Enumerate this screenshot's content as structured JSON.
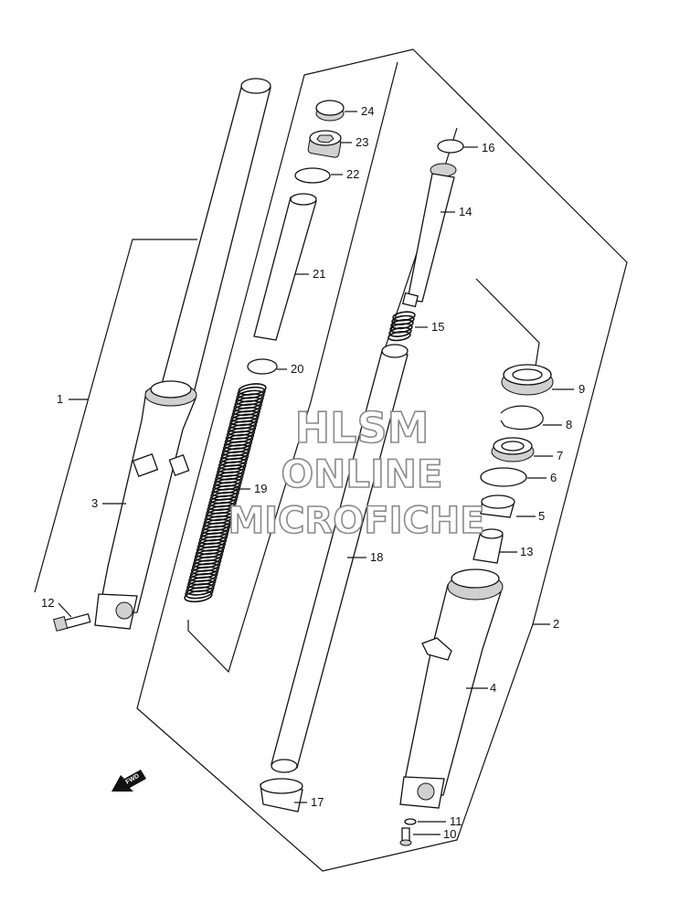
{
  "watermark": {
    "line1": "HLSM",
    "line2": "ONLINE",
    "line3": "MICROFICHE"
  },
  "fwd_label": "FWD",
  "callouts": [
    {
      "id": "c1",
      "text": "1"
    },
    {
      "id": "c2",
      "text": "2"
    },
    {
      "id": "c3",
      "text": "3"
    },
    {
      "id": "c4",
      "text": "4"
    },
    {
      "id": "c5",
      "text": "5"
    },
    {
      "id": "c6",
      "text": "6"
    },
    {
      "id": "c7",
      "text": "7"
    },
    {
      "id": "c8",
      "text": "8"
    },
    {
      "id": "c9",
      "text": "9"
    },
    {
      "id": "c10",
      "text": "10"
    },
    {
      "id": "c11",
      "text": "11"
    },
    {
      "id": "c12",
      "text": "12"
    },
    {
      "id": "c13",
      "text": "13"
    },
    {
      "id": "c14",
      "text": "14"
    },
    {
      "id": "c15",
      "text": "15"
    },
    {
      "id": "c16",
      "text": "16"
    },
    {
      "id": "c17",
      "text": "17"
    },
    {
      "id": "c18",
      "text": "18"
    },
    {
      "id": "c19",
      "text": "19"
    },
    {
      "id": "c20",
      "text": "20"
    },
    {
      "id": "c21",
      "text": "21"
    },
    {
      "id": "c22",
      "text": "22"
    },
    {
      "id": "c23",
      "text": "23"
    },
    {
      "id": "c24",
      "text": "24"
    }
  ]
}
